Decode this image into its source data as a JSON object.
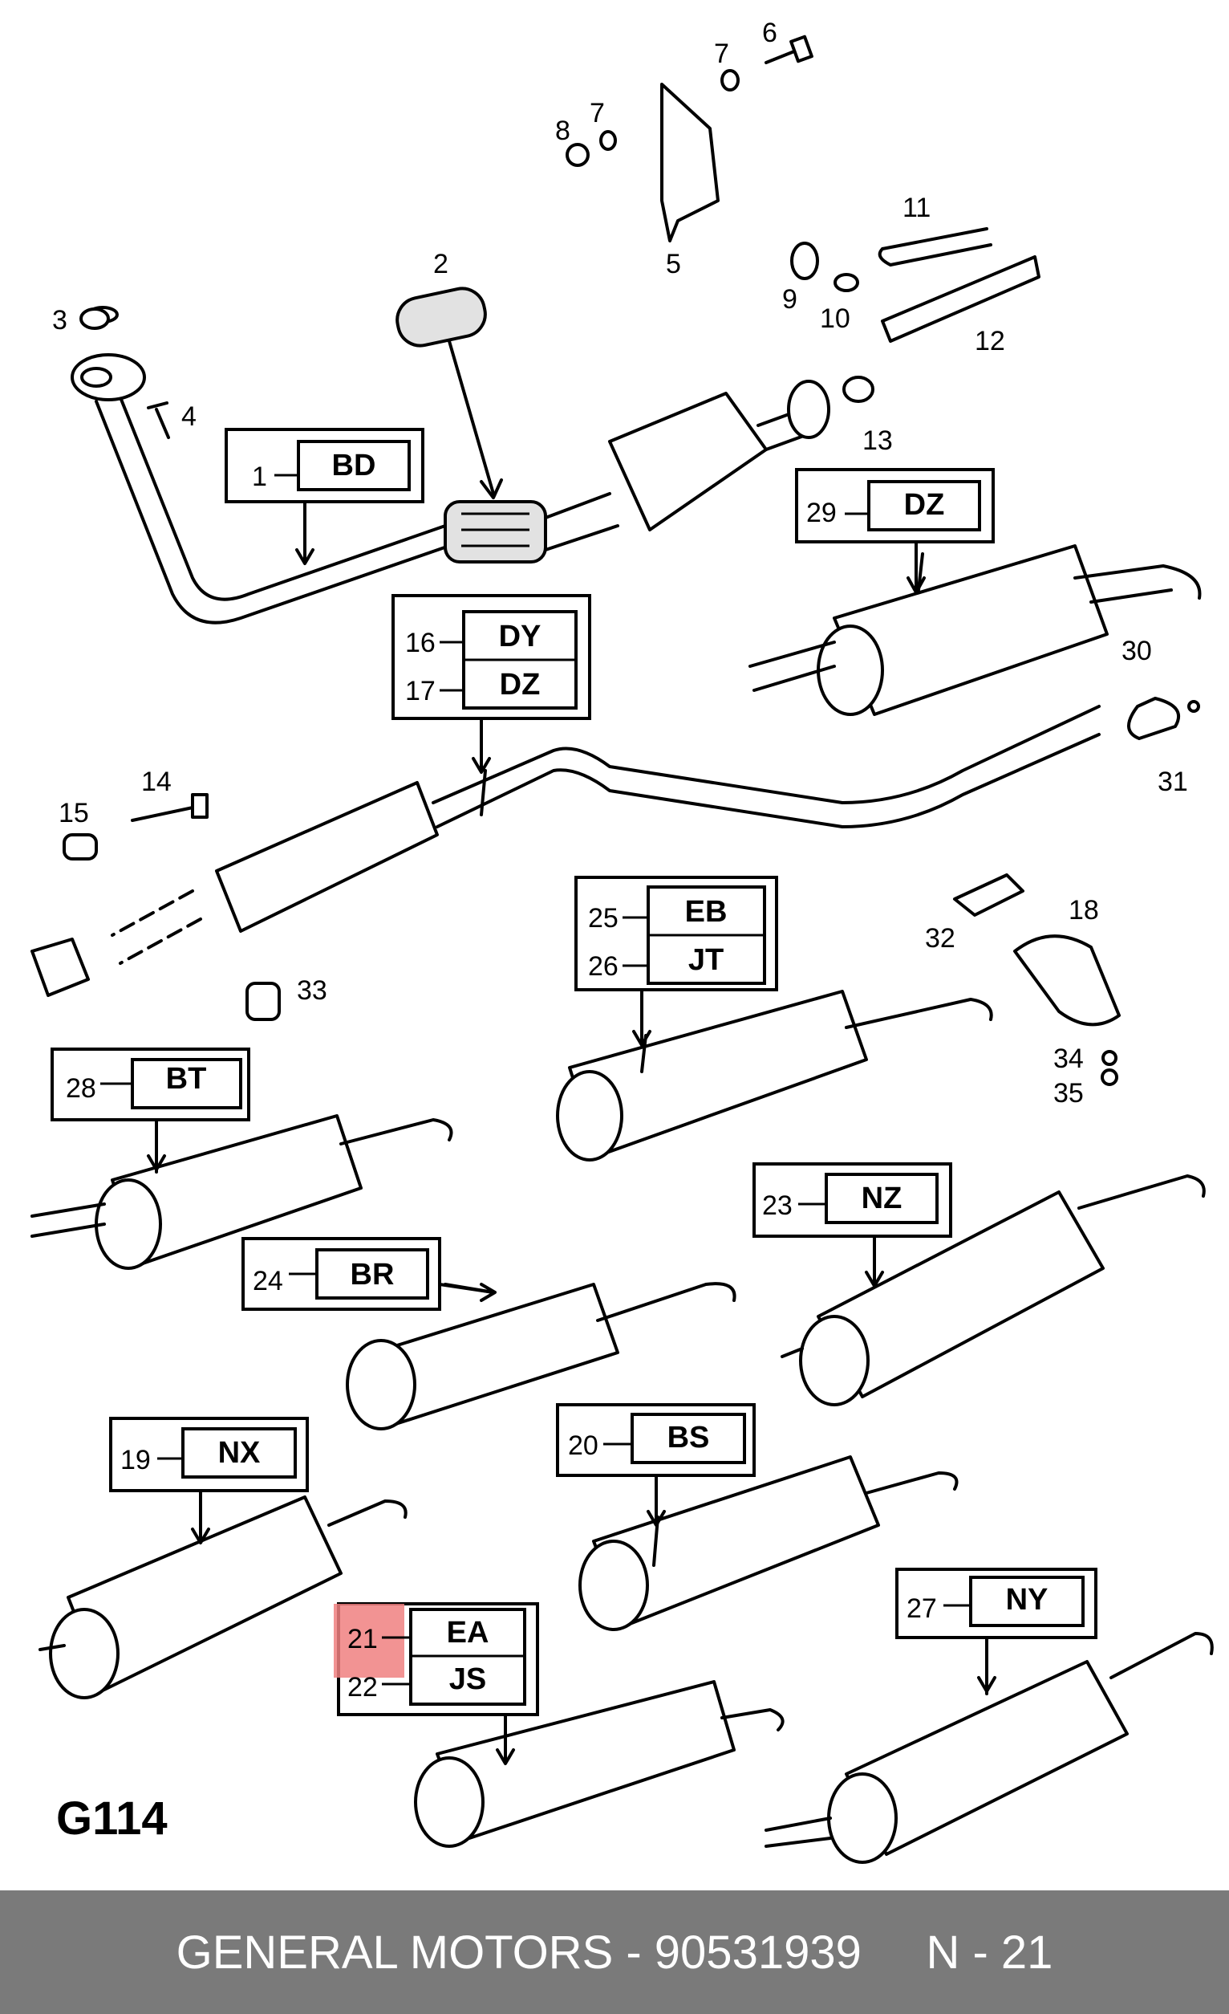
{
  "diagram_code": "G114",
  "highlight_color": "#f08080",
  "footer": {
    "brand": "GENERAL MOTORS",
    "separator": " - ",
    "part_number": "90531939",
    "position": "N - 21"
  },
  "part_numbers": [
    "2",
    "3",
    "4",
    "5",
    "6",
    "7",
    "7",
    "8",
    "9",
    "10",
    "11",
    "12",
    "13",
    "14",
    "15",
    "18",
    "30",
    "31",
    "32",
    "33",
    "34",
    "35"
  ],
  "callouts": [
    {
      "num": "1",
      "code": "BD"
    },
    {
      "num": "29",
      "code": "DZ"
    },
    {
      "num": "16",
      "code": "DY"
    },
    {
      "num": "17",
      "code": "DZ"
    },
    {
      "num": "25",
      "code": "EB"
    },
    {
      "num": "26",
      "code": "JT"
    },
    {
      "num": "28",
      "code": "BT"
    },
    {
      "num": "23",
      "code": "NZ"
    },
    {
      "num": "24",
      "code": "BR"
    },
    {
      "num": "19",
      "code": "NX"
    },
    {
      "num": "20",
      "code": "BS"
    },
    {
      "num": "21",
      "code": "EA"
    },
    {
      "num": "22",
      "code": "JS"
    },
    {
      "num": "27",
      "code": "NY"
    }
  ]
}
